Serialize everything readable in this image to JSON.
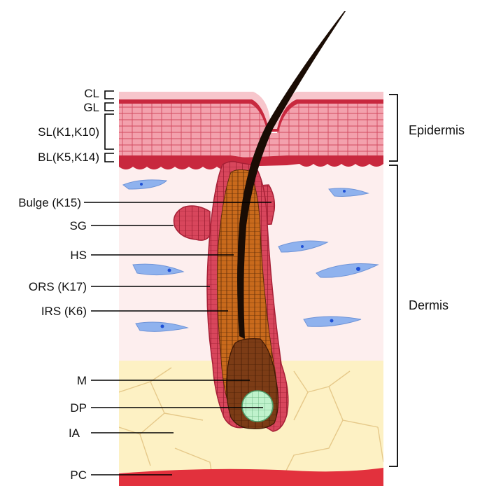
{
  "labels": {
    "cl": "CL",
    "gl": "GL",
    "sl": "SL(K1,K10)",
    "bl": "BL(K5,K14)",
    "bulge": "Bulge (K15)",
    "sg": "SG",
    "hs": "HS",
    "ors": "ORS (K17)",
    "irs": "IRS (K6)",
    "m": "M",
    "dp": "DP",
    "ia": "IA",
    "pc": "PC"
  },
  "regions": {
    "epidermis": "Epidermis",
    "dermis": "Dermis"
  },
  "colors": {
    "epidermis_pink": "#f08c9a",
    "stratum_red": "#c8283e",
    "dermis_bg": "#fdeeee",
    "adipose_yellow": "#fdf1c4",
    "ors_red": "#c93a52",
    "irs_orange": "#c8651a",
    "matrix_brown": "#7a3a14",
    "papilla_green": "#b8f0c6",
    "fibroblast_blue": "#8fb2ee",
    "panniculus_red": "#e0303c"
  }
}
